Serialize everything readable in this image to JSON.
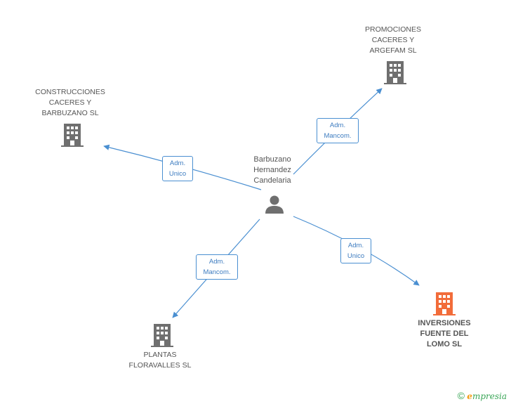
{
  "center": {
    "label": "Barbuzano\nHernandez\nCandelaria"
  },
  "companies": {
    "construcciones": "CONSTRUCCIONES\nCACERES Y\nBARBUZANO SL",
    "promociones": "PROMOCIONES\nCACERES Y\nARGEFAM SL",
    "plantas": "PLANTAS\nFLORAVALLES SL",
    "inversiones": "INVERSIONES\nFUENTE DEL\nLOMO SL"
  },
  "edges": {
    "construcciones": "Adm.\nUnico",
    "promociones": "Adm.\nMancom.",
    "plantas": "Adm.\nMancom.",
    "inversiones": "Adm.\nUnico"
  },
  "colors": {
    "link": "#4a8fd1",
    "building": "#6f6f6f",
    "highlight": "#f26c3a"
  },
  "footer": {
    "copyright": "©",
    "brand_e": "e",
    "brand_rest": "mpresia"
  }
}
